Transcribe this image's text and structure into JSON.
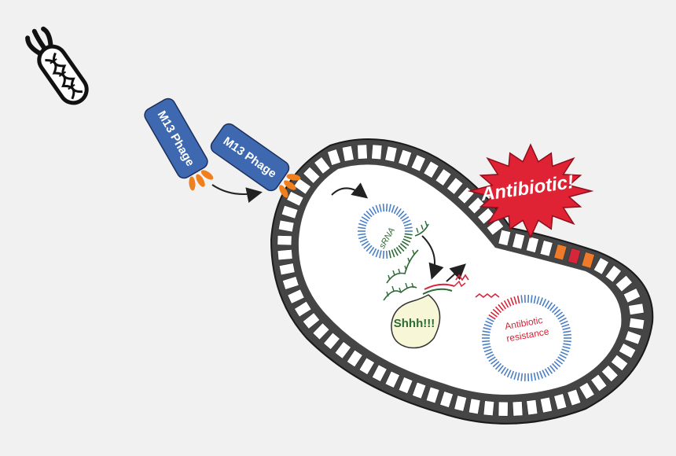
{
  "phages": [
    {
      "label": "M13 Phage"
    },
    {
      "label": "M13 Phage"
    }
  ],
  "srna": {
    "label": "sRNA"
  },
  "speech": {
    "text": "Shhh!!!"
  },
  "burst": {
    "text": "Antibiotic!"
  },
  "resistance_plasmid": {
    "line1": "Antibiotic",
    "line2": "resistance"
  },
  "colors": {
    "background": "#f1f1f1",
    "cell_wall": "#454545",
    "cell_interior": "#ffffff",
    "phage_body": "#3e69b0",
    "phage_tail": "#f07f1e",
    "plasmid_blue": "#4a7fc8",
    "srna_green": "#2e6b36",
    "burst_red": "#e02334",
    "resistance_red": "#d6263a",
    "speech_fill": "#f7f6d6",
    "pore_red": "#d6263a",
    "pore_orange": "#ef7b2a"
  },
  "icons": [
    "bacteriophage-icon",
    "arrow-icon",
    "burst-icon",
    "plasmid-icon",
    "speech-bubble-icon"
  ]
}
